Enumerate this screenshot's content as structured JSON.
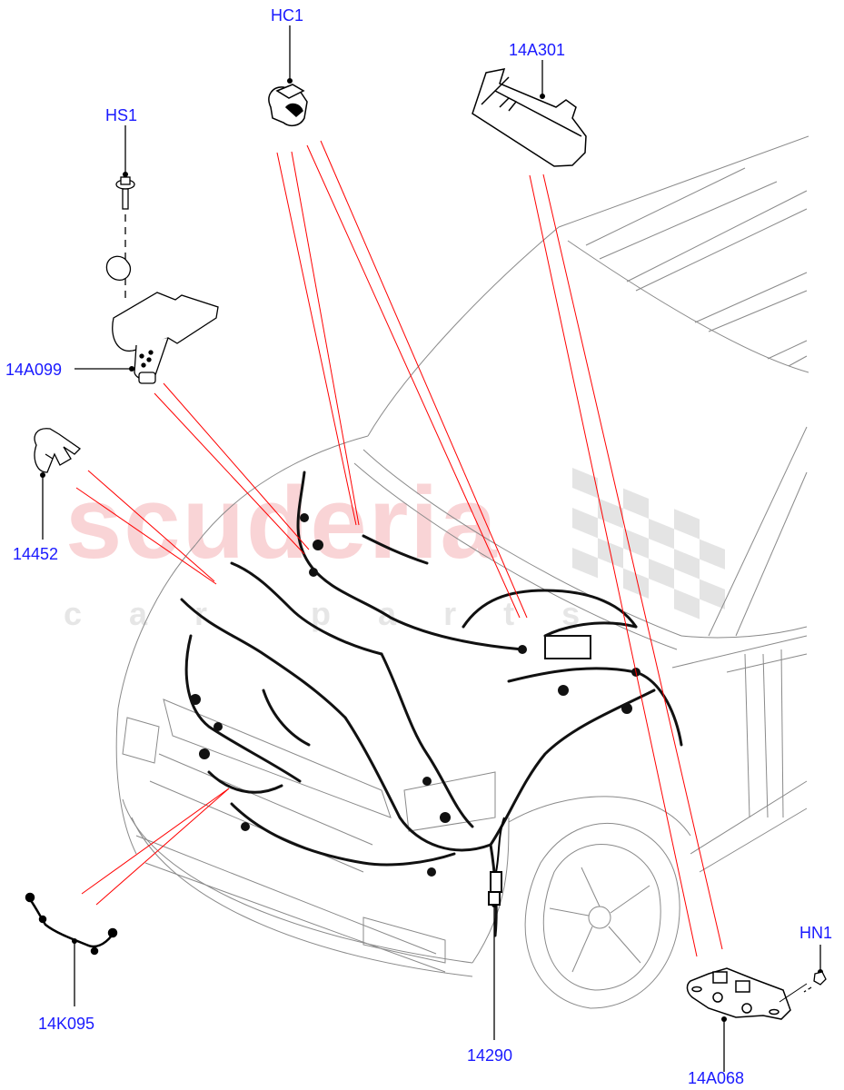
{
  "diagram": {
    "subject": "Front engine compartment wiring harness exploded parts diagram",
    "colors": {
      "callout_text": "#1a1aff",
      "leader_line": "#000000",
      "pointer_line": "#ff0000",
      "outline": "#8a8a8a",
      "watermark_main": "#f9d4d6",
      "watermark_sub": "#e6e6e6"
    },
    "watermark": {
      "main": "scuderia",
      "sub": "car parts"
    },
    "callouts": [
      {
        "id": "hc1",
        "label": "HC1"
      },
      {
        "id": "14a301",
        "label": "14A301"
      },
      {
        "id": "hs1",
        "label": "HS1"
      },
      {
        "id": "14a099",
        "label": "14A099"
      },
      {
        "id": "14452",
        "label": "14452"
      },
      {
        "id": "14k095",
        "label": "14K095"
      },
      {
        "id": "14290",
        "label": "14290"
      },
      {
        "id": "hn1",
        "label": "HN1"
      },
      {
        "id": "14a068",
        "label": "14A068"
      }
    ]
  }
}
